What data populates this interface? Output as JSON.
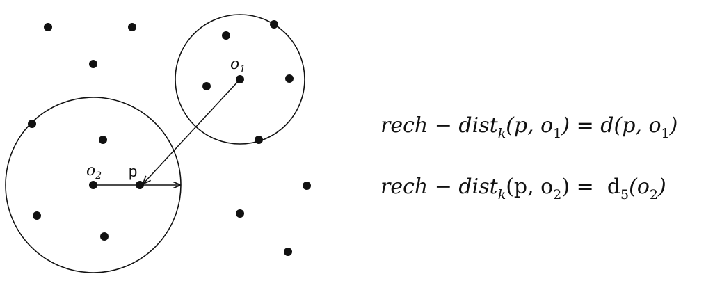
{
  "labels": {
    "o1": {
      "base": "o",
      "sub": "1"
    },
    "o2": {
      "base": "o",
      "sub": "2"
    },
    "p": "p"
  },
  "equations": {
    "eq1": {
      "lhs_name": "rech − dist",
      "lhs_sub": "k",
      "lhs_args_a": "(p, o",
      "lhs_args_sub": "1",
      "lhs_close": ")",
      "equals": " = ",
      "rhs_a": "d(p, o",
      "rhs_sub": "1",
      "rhs_close": ")"
    },
    "eq2": {
      "lhs_name": "rech − dist",
      "lhs_sub": "k",
      "lhs_args_a": "(p, o",
      "lhs_args_sub": "2",
      "lhs_close": ")",
      "equals": " =  ",
      "rhs_d": "d",
      "rhs_d_sub": "5",
      "rhs_a": "(o",
      "rhs_sub": "2",
      "rhs_close": ")"
    }
  },
  "colors": {
    "ink": "#111111",
    "background": "#ffffff"
  }
}
